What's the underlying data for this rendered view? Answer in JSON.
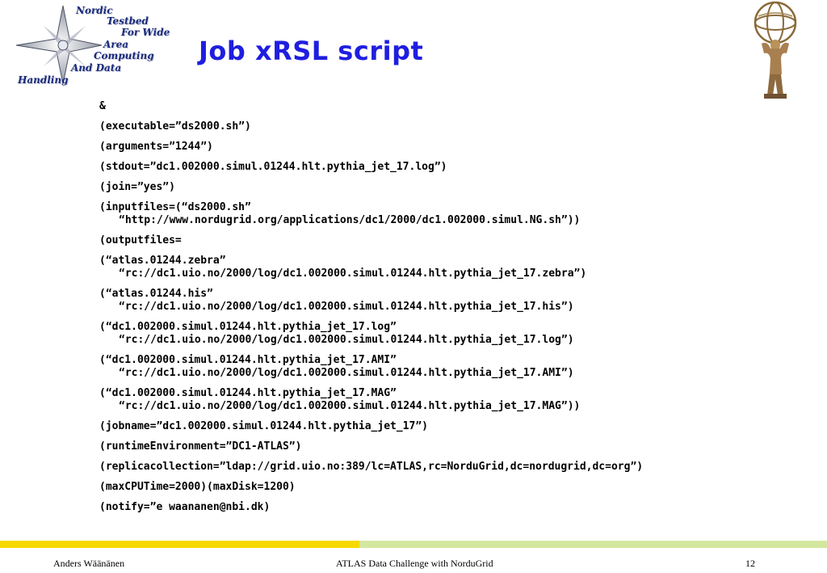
{
  "header": {
    "title": "Job xRSL script",
    "logo_left": {
      "icon": "nordugrid-star-logo",
      "words": [
        "Nordic",
        "Testbed",
        "For Wide",
        "Area",
        "Computing",
        "And Data",
        "Handling"
      ]
    },
    "logo_right": {
      "icon": "atlas-statue-logo"
    }
  },
  "script": {
    "lines": [
      {
        "text": "&"
      },
      {
        "text": "(executable=”ds2000.sh”)"
      },
      {
        "text": "(arguments=”1244”)"
      },
      {
        "text": "(stdout=”dc1.002000.simul.01244.hlt.pythia_jet_17.log”)"
      },
      {
        "text": "(join=”yes”)"
      },
      {
        "text": "(inputfiles=(“ds2000.sh”"
      },
      {
        "text": "“http://www.nordugrid.org/applications/dc1/2000/dc1.002000.simul.NG.sh”))"
      },
      {
        "text": "(outputfiles="
      },
      {
        "text": "(“atlas.01244.zebra”"
      },
      {
        "text": "“rc://dc1.uio.no/2000/log/dc1.002000.simul.01244.hlt.pythia_jet_17.zebra”)"
      },
      {
        "text": "(“atlas.01244.his”"
      },
      {
        "text": "“rc://dc1.uio.no/2000/log/dc1.002000.simul.01244.hlt.pythia_jet_17.his”)"
      },
      {
        "text": "(“dc1.002000.simul.01244.hlt.pythia_jet_17.log”"
      },
      {
        "text": "“rc://dc1.uio.no/2000/log/dc1.002000.simul.01244.hlt.pythia_jet_17.log”)"
      },
      {
        "text": "(“dc1.002000.simul.01244.hlt.pythia_jet_17.AMI”"
      },
      {
        "text": "“rc://dc1.uio.no/2000/log/dc1.002000.simul.01244.hlt.pythia_jet_17.AMI”)"
      },
      {
        "text": "(“dc1.002000.simul.01244.hlt.pythia_jet_17.MAG”"
      },
      {
        "text": "“rc://dc1.uio.no/2000/log/dc1.002000.simul.01244.hlt.pythia_jet_17.MAG”))"
      },
      {
        "text": "(jobname=”dc1.002000.simul.01244.hlt.pythia_jet_17”)"
      },
      {
        "text": "(runtimeEnvironment=”DC1-ATLAS”)"
      },
      {
        "text": "(replicacollection=”ldap://grid.uio.no:389/lc=ATLAS,rc=NorduGrid,dc=nordugrid,dc=org”)"
      },
      {
        "text": "(maxCPUTime=2000)(maxDisk=1200)"
      },
      {
        "text": "(notify=”e waananen@nbi.dk)"
      }
    ]
  },
  "footer": {
    "author": "Anders Wäänänen",
    "talk_title": "ATLAS Data Challenge with NorduGrid",
    "page_number": "12"
  },
  "colors": {
    "title": "#1f1ee0",
    "bar_left": "#f6d900",
    "bar_right": "#d4e79e"
  }
}
